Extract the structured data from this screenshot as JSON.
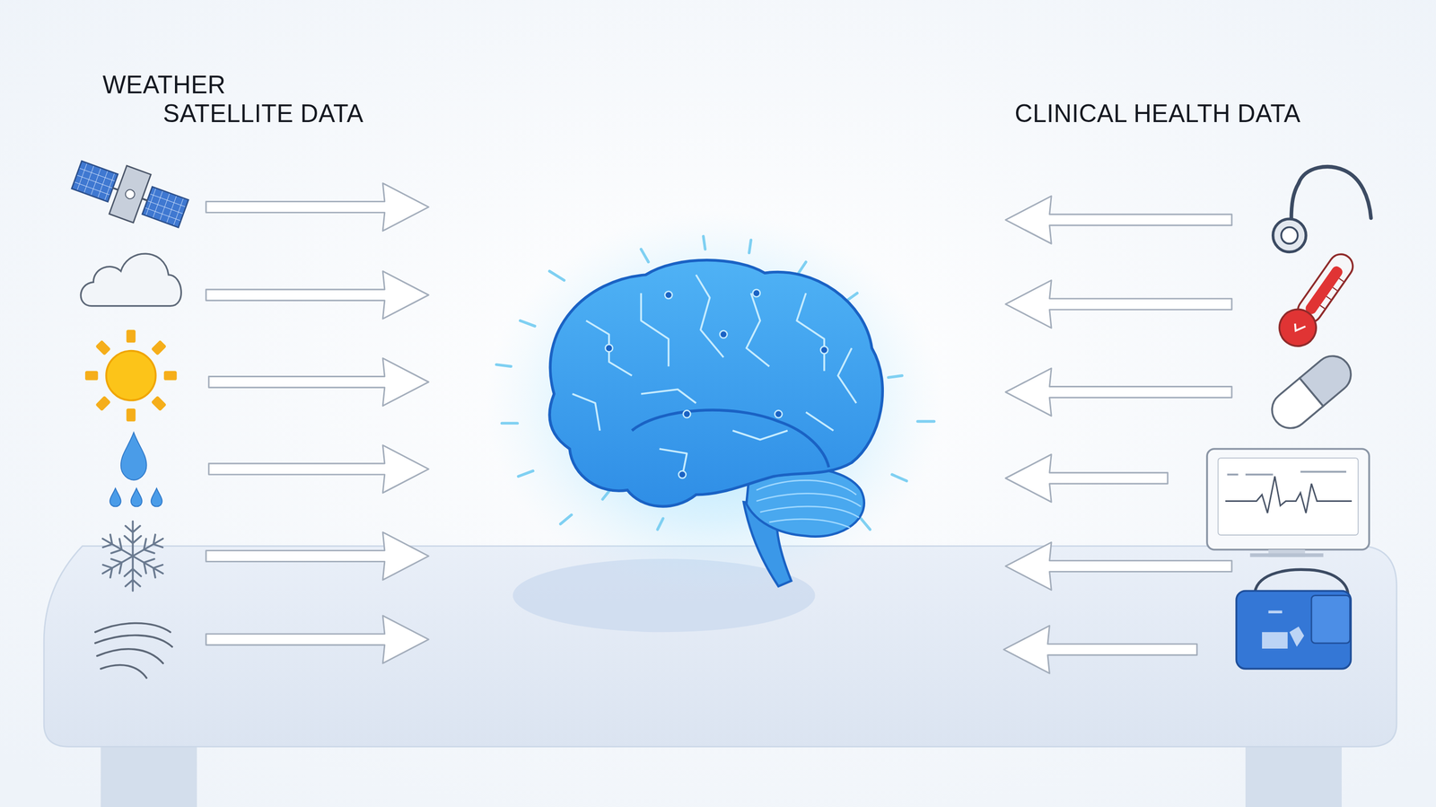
{
  "diagram": {
    "labels": [
      "WEATHER",
      "SATELLITE DATA",
      "CLINICAL HEALTH DATA"
    ]
  }
}
